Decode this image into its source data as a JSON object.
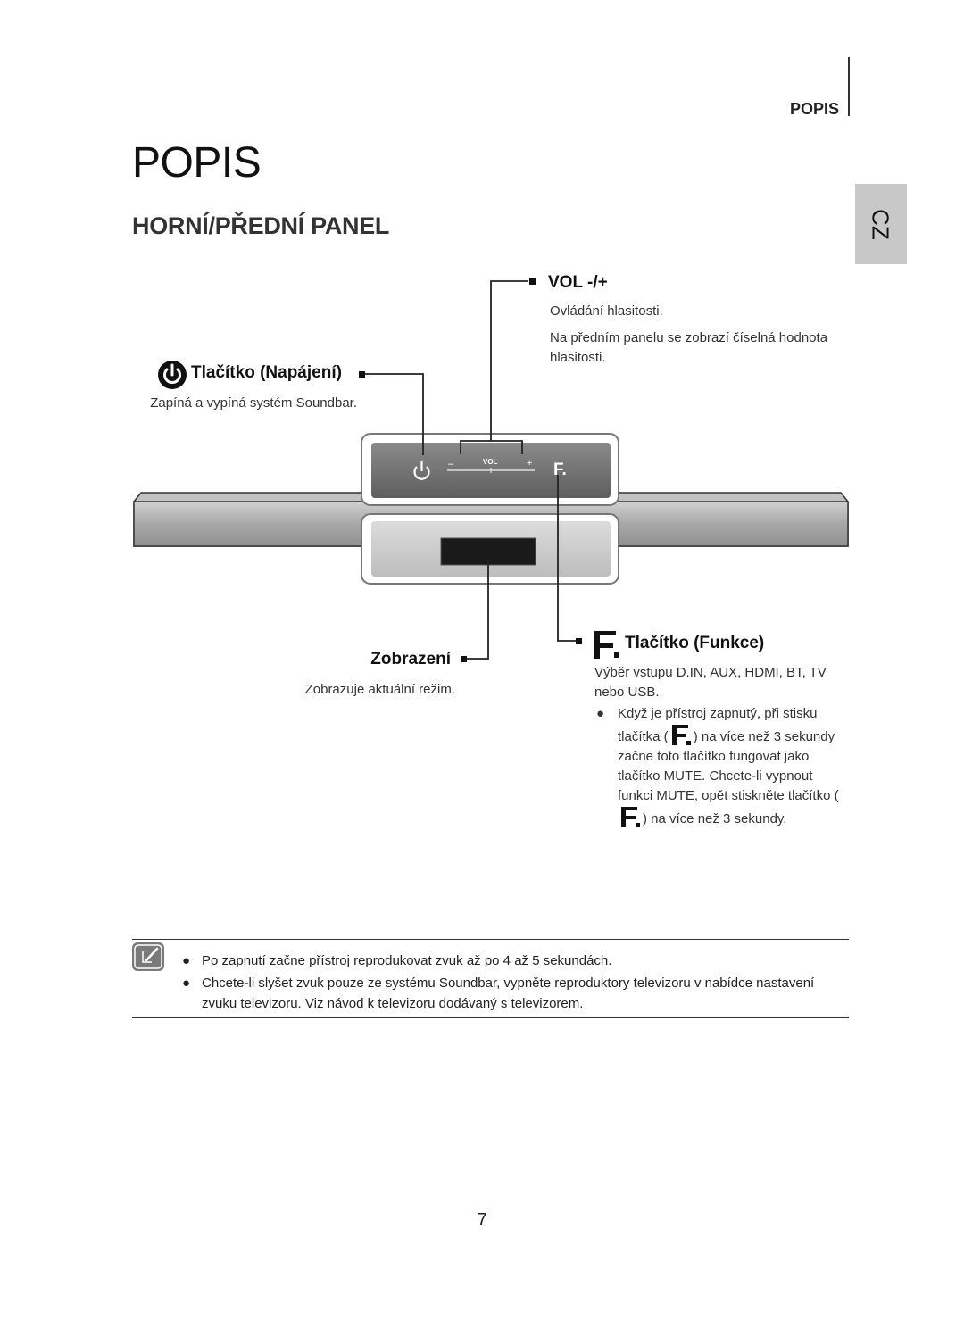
{
  "header": {
    "section_label": "POPIS",
    "language_tab": "CZ"
  },
  "page": {
    "title": "POPIS",
    "section_title": "HORNÍ/PŘEDNÍ PANEL",
    "page_number": "7"
  },
  "callouts": {
    "volume": {
      "title": "VOL -/+",
      "description_1": "Ovládání hlasitosti.",
      "description_2": "Na předním panelu se zobrazí číselná hodnota hlasitosti."
    },
    "power": {
      "title": "Tlačítko (Napájení)",
      "description": "Zapíná a vypíná systém Soundbar."
    },
    "function": {
      "title": "Tlačítko (Funkce)",
      "description": "Výběr vstupu D.IN, AUX, HDMI, BT, TV nebo USB.",
      "bullet_part_1": "Když je přístroj zapnutý, při stisku tlačítka (",
      "bullet_part_2": ") na více než 3 sekundy začne toto tlačítko fungovat jako tlačítko MUTE. Chcete-li vypnout funkci MUTE, opět stiskněte tlačítko (",
      "bullet_part_3": ") na více než 3 sekundy."
    },
    "display": {
      "title": "Zobrazení",
      "description": "Zobrazuje aktuální režim."
    }
  },
  "panel": {
    "vol_label": "VOL",
    "minus_label": "–",
    "plus_label": "+",
    "function_key_label": "F."
  },
  "notes": {
    "items": [
      "Po zapnutí začne přístroj reprodukovat zvuk až po 4 až 5 sekundách.",
      "Chcete-li slyšet zvuk pouze ze systému Soundbar, vypněte reproduktory televizoru v nabídce nastavení zvuku televizoru. Viz návod k televizoru dodávaný s televizorem."
    ]
  },
  "colors": {
    "text": "#1a1a1a",
    "tab_gray": "#c8c8c8",
    "panel_dark": "#6e6e6e",
    "bar_gray": "#b4b4b4"
  }
}
